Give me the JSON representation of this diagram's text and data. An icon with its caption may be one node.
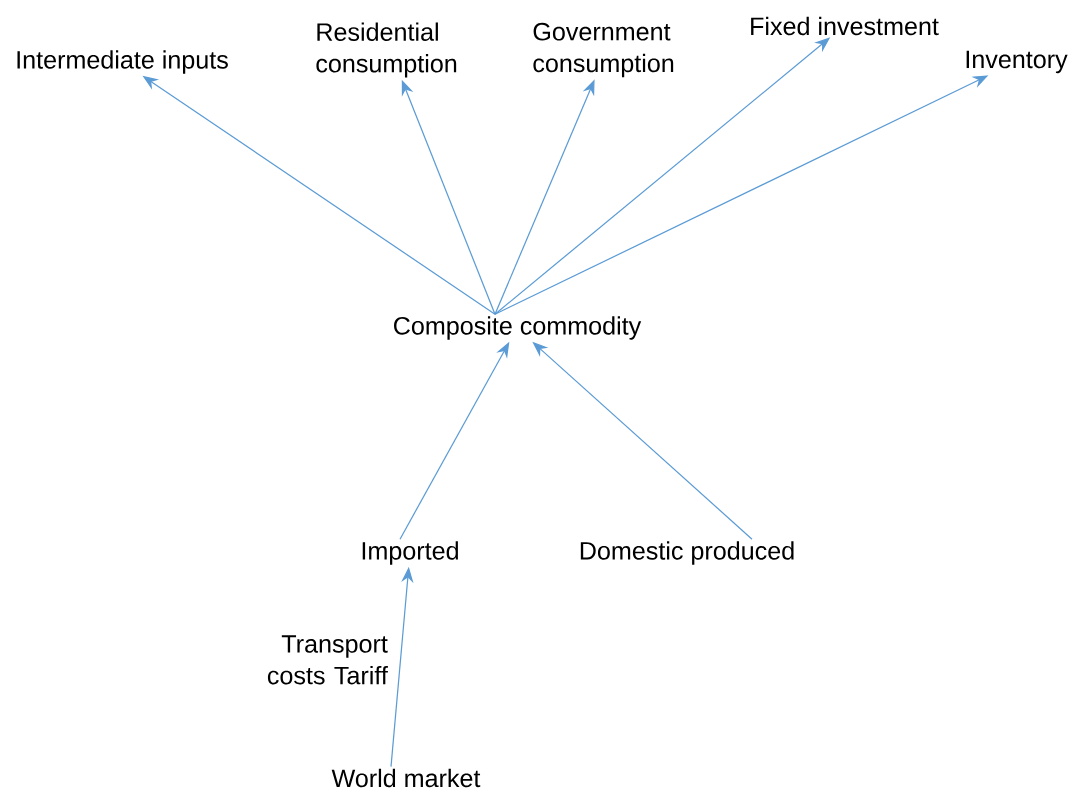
{
  "diagram": {
    "nodes": [
      {
        "text": [
          "Intermediate inputs"
        ]
      },
      {
        "text": [
          "Residential consumption"
        ]
      },
      {
        "text": [
          "Government consumption"
        ]
      },
      {
        "text": [
          "Fixed investment"
        ]
      },
      {
        "text": [
          "Inventory"
        ]
      },
      {
        "text": [
          "Composite commodity"
        ]
      },
      {
        "text": [
          "Imported"
        ]
      },
      {
        "text": [
          "Domestic produced"
        ]
      },
      {
        "text": [
          "World market"
        ]
      }
    ],
    "edges": [
      {
        "from": 5,
        "to": 0,
        "arrow": "to"
      },
      {
        "from": 5,
        "to": 1,
        "arrow": "to"
      },
      {
        "from": 5,
        "to": 2,
        "arrow": "to"
      },
      {
        "from": 5,
        "to": 3,
        "arrow": "to"
      },
      {
        "from": 5,
        "to": 4,
        "arrow": "to"
      },
      {
        "from": 6,
        "to": 5,
        "arrow": "to"
      },
      {
        "from": 7,
        "to": 5,
        "arrow": "to"
      },
      {
        "from": 8,
        "to": 6,
        "arrow": "to",
        "label": "Transport costs Tariff"
      }
    ]
  }
}
